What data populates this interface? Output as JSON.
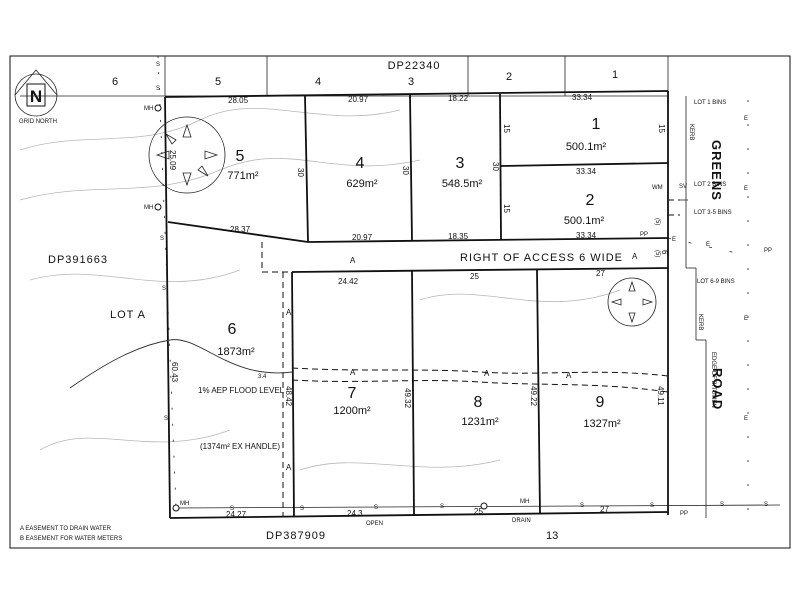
{
  "north_arrow": {
    "label": "GRID NORTH",
    "letter": "N"
  },
  "title": "RIGHT OF ACCESS 6 WIDE",
  "road_name": [
    "GREENS",
    "ROAD"
  ],
  "deposited_plans": {
    "top": "DP22340",
    "left": "DP391663",
    "bottom": "DP387909"
  },
  "adjoining": {
    "lot_a": "LOT A",
    "lot_13": "13",
    "top_lots": [
      "6",
      "5",
      "4",
      "3",
      "2",
      "1"
    ]
  },
  "lots": [
    {
      "number": "1",
      "area": "500.1m²"
    },
    {
      "number": "2",
      "area": "500.1m²"
    },
    {
      "number": "3",
      "area": "548.5m²"
    },
    {
      "number": "4",
      "area": "629m²"
    },
    {
      "number": "5",
      "area": "771m²"
    },
    {
      "number": "6",
      "area": "1873m²",
      "note": "(1374m² EX HANDLE)"
    },
    {
      "number": "7",
      "area": "1200m²"
    },
    {
      "number": "8",
      "area": "1231m²"
    },
    {
      "number": "9",
      "area": "1327m²"
    }
  ],
  "dimensions": {
    "top": [
      "28.05",
      "20.97",
      "18.22",
      "33.34"
    ],
    "middle": [
      "28.37",
      "20.97",
      "18.35",
      "33.34",
      "33.34"
    ],
    "access": [
      "24.42",
      "25",
      "27"
    ],
    "bottom": [
      "24.27",
      "24.3",
      "25",
      "27"
    ],
    "verticals": [
      "25.09",
      "30",
      "30",
      "30",
      "15",
      "15",
      "15",
      "6",
      "60.43",
      "48.42",
      "49.32",
      "49.22",
      "49.11",
      "(5)",
      "(5)",
      "3.4"
    ]
  },
  "flood_level": "1% AEP FLOOD LEVEL",
  "services": {
    "mh": "MH",
    "sv": "SV",
    "wm": "WM",
    "pp": "PP",
    "s": "S",
    "e": "E",
    "a": "A",
    "open": "OPEN",
    "drain": "DRAIN",
    "bins": [
      "LOT 1 BINS",
      "LOT 2 BINS",
      "LOT 3-5 BINS",
      "LOT 6-9 BINS"
    ],
    "kerb": "KERB",
    "edge_of_bitumen": "EDGE OF BITUMEN"
  },
  "legend": [
    "A   EASEMENT TO DRAIN WATER",
    "B   EASEMENT FOR WATER METERS"
  ]
}
